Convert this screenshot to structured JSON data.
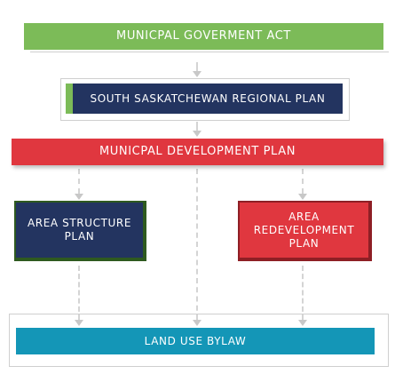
{
  "colors": {
    "green": "#7cbb58",
    "navy": "#233460",
    "red": "#e0373f",
    "dark_green": "#2e5a1f",
    "dark_red": "#8e1f25",
    "teal": "#1496b7"
  },
  "nodes": {
    "municipal_government_act": "MUNICPAL GOVERMENT ACT",
    "regional_plan": "SOUTH SASKATCHEWAN REGIONAL PLAN",
    "development_plan": "MUNICPAL DEVELOPMENT PLAN",
    "area_structure_plan": [
      "AREA STRUCTURE",
      "PLAN"
    ],
    "area_redevelopment_plan": [
      "AREA",
      "REDEVELOPMENT",
      "PLAN"
    ],
    "land_use_bylaw": "LAND USE BYLAW"
  }
}
